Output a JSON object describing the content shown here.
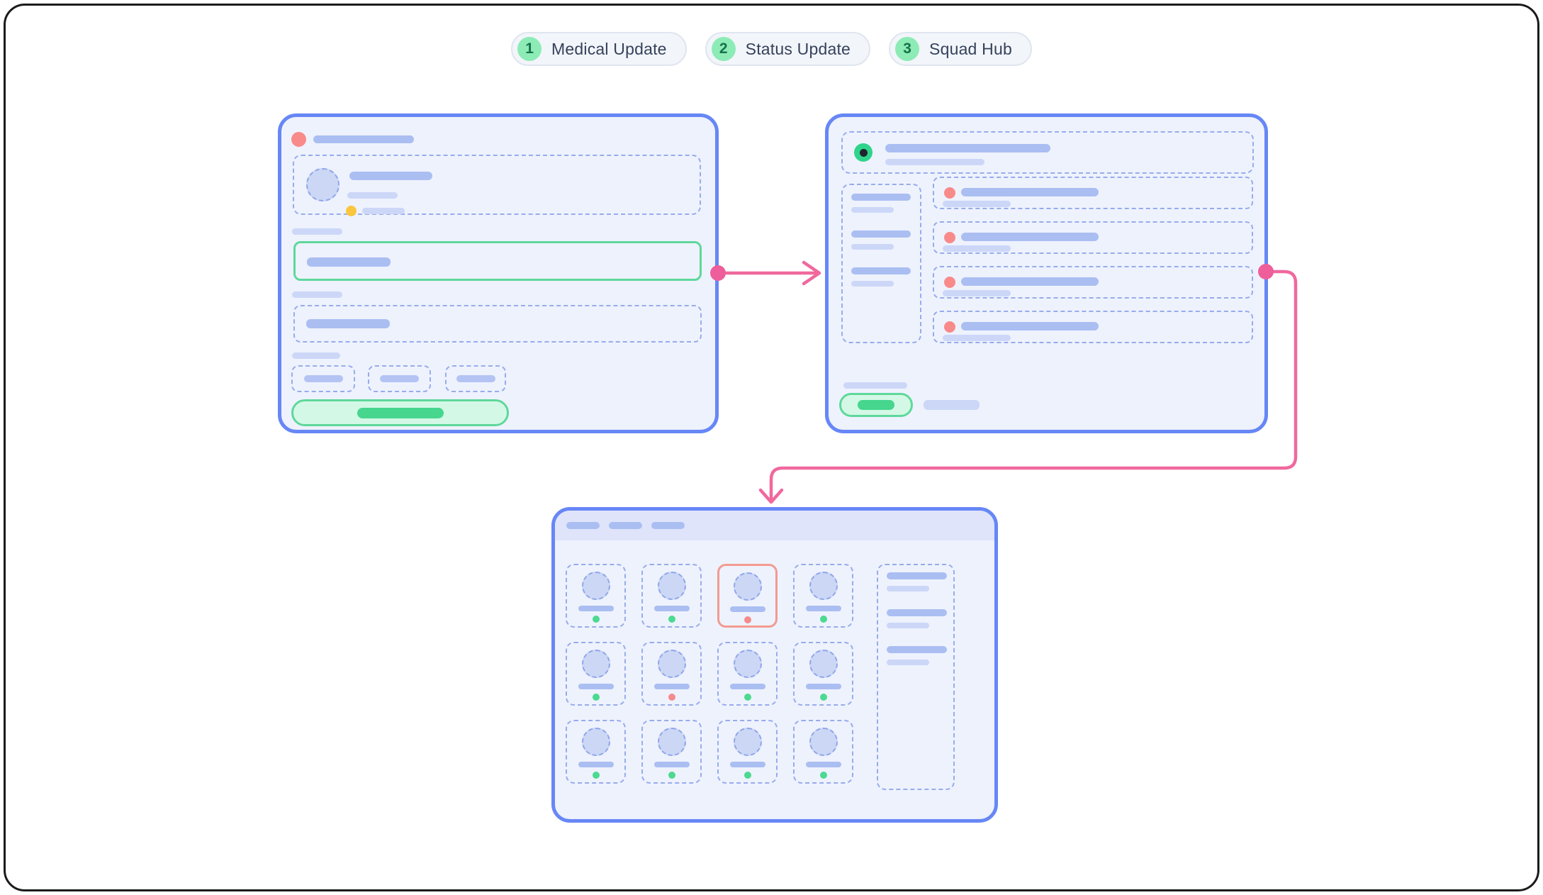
{
  "steps": [
    {
      "number": "1",
      "label": "Medical Update"
    },
    {
      "number": "2",
      "label": "Status Update"
    },
    {
      "number": "3",
      "label": "Squad Hub"
    }
  ],
  "colors": {
    "panel_border_blue": "#6787f6",
    "panel_background": "#eef2fd",
    "dashed_outline": "#97acec",
    "bar_primary": "#aabef2",
    "bar_secondary": "#ccd7f8",
    "green_accent": "#5ed89b",
    "green_fill_light": "#d4f8e6",
    "green_fill_solid": "#46d68e",
    "status_online_green": "#4cd990",
    "status_busy_red": "#f58b8b",
    "alert_red": "#f98a8a",
    "warning_yellow": "#fbc63e",
    "connector_pink": "#f0689e",
    "header_strip_lavender": "#dfe4fb",
    "step_pill_bg": "#f2f5fa",
    "step_number_green": "#8debb6"
  },
  "status_update": {
    "nav_groups": 3,
    "queue_items": [
      {
        "dot": "alert"
      },
      {
        "dot": "alert"
      },
      {
        "dot": "alert"
      },
      {
        "dot": "alert"
      }
    ]
  },
  "squad_hub": {
    "menu_bars": 3,
    "sidebar_groups": 3,
    "members": [
      {
        "status": "online",
        "highlighted": false
      },
      {
        "status": "online",
        "highlighted": false
      },
      {
        "status": "busy",
        "highlighted": true
      },
      {
        "status": "online",
        "highlighted": false
      },
      {
        "status": "online",
        "highlighted": false
      },
      {
        "status": "busy",
        "highlighted": false
      },
      {
        "status": "online",
        "highlighted": false
      },
      {
        "status": "online",
        "highlighted": false
      },
      {
        "status": "online",
        "highlighted": false
      },
      {
        "status": "online",
        "highlighted": false
      },
      {
        "status": "online",
        "highlighted": false
      },
      {
        "status": "online",
        "highlighted": false
      }
    ]
  }
}
